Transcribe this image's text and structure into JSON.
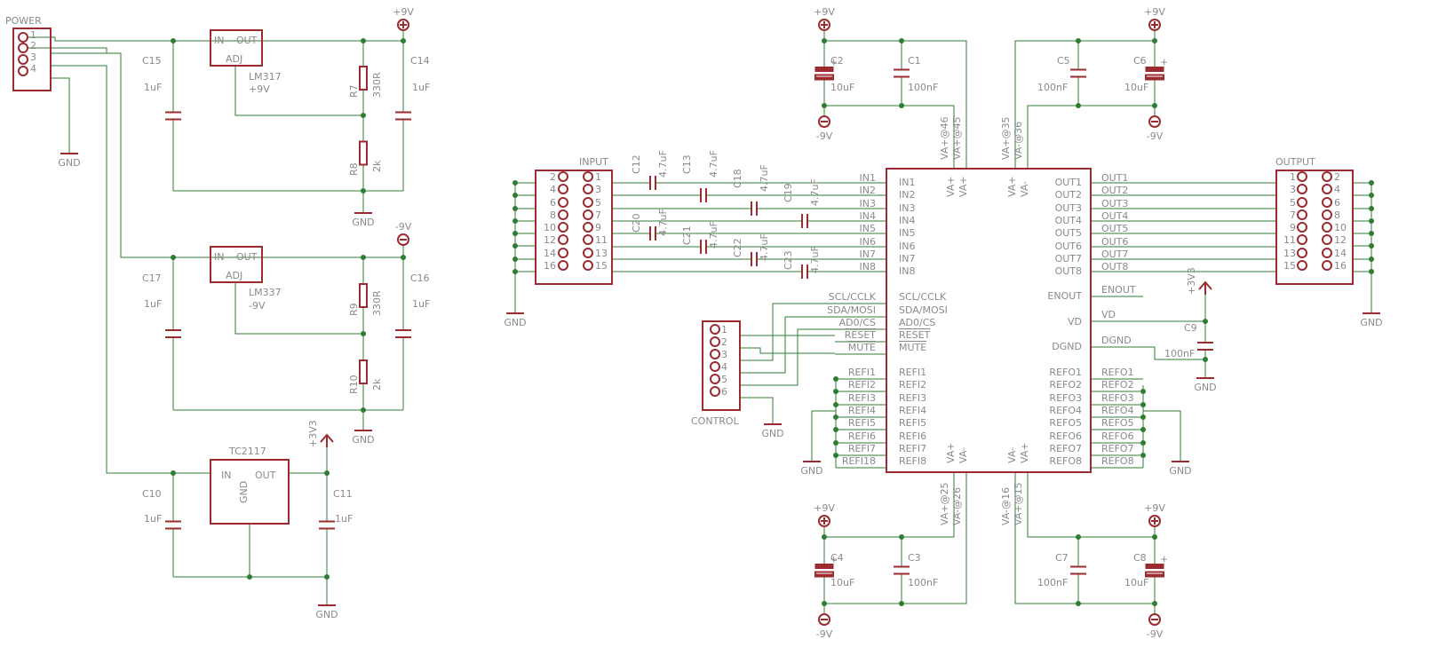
{
  "title": "",
  "colors": {
    "wire": "#2f7d32",
    "part": "#9b2b2f",
    "text": "#8a8a8a",
    "background": "#ffffff"
  },
  "power_section": {
    "connector": {
      "label": "POWER",
      "pins": [
        "1",
        "2",
        "3",
        "4"
      ]
    },
    "regulators": [
      {
        "name": "LM317",
        "value": "+9V",
        "pins": [
          "IN",
          "OUT",
          "ADJ"
        ]
      },
      {
        "name": "LM337",
        "value": "-9V",
        "pins": [
          "IN",
          "OUT",
          "ADJ"
        ]
      },
      {
        "name": "TC2117",
        "pins": [
          "IN",
          "OUT",
          "GND"
        ]
      }
    ],
    "resistors": [
      {
        "name": "R7",
        "value": "330R"
      },
      {
        "name": "R8",
        "value": "2k"
      },
      {
        "name": "R9",
        "value": "330R"
      },
      {
        "name": "R10",
        "value": "2k"
      }
    ],
    "capacitors": [
      {
        "name": "C15",
        "value": "1uF"
      },
      {
        "name": "C14",
        "value": "1uF"
      },
      {
        "name": "C17",
        "value": "1uF"
      },
      {
        "name": "C16",
        "value": "1uF"
      },
      {
        "name": "C10",
        "value": "1uF"
      },
      {
        "name": "C11",
        "value": "1uF"
      }
    ],
    "rails": {
      "pos": "+9V",
      "neg": "-9V",
      "v33": "+3V3",
      "gnd": "GND"
    }
  },
  "input_connector": {
    "label": "INPUT",
    "left_pins": [
      "2",
      "4",
      "6",
      "8",
      "10",
      "12",
      "14",
      "16"
    ],
    "right_pins": [
      "1",
      "3",
      "5",
      "7",
      "9",
      "11",
      "13",
      "15"
    ]
  },
  "output_connector": {
    "label": "OUTPUT",
    "left_pins": [
      "1",
      "3",
      "5",
      "7",
      "9",
      "11",
      "13",
      "15"
    ],
    "right_pins": [
      "2",
      "4",
      "6",
      "8",
      "10",
      "12",
      "14",
      "16"
    ]
  },
  "coupling_caps": [
    {
      "name": "C12",
      "value": "4.7uF"
    },
    {
      "name": "C13",
      "value": "4.7uF"
    },
    {
      "name": "C18",
      "value": "4.7uF"
    },
    {
      "name": "C19",
      "value": "4.7uF"
    },
    {
      "name": "C20",
      "value": "4.7uF"
    },
    {
      "name": "C21",
      "value": "4.7uF"
    },
    {
      "name": "C22",
      "value": "4.7uF"
    },
    {
      "name": "C23",
      "value": "4.7uF"
    }
  ],
  "chip": {
    "inputs": [
      "IN1",
      "IN2",
      "IN3",
      "IN4",
      "IN5",
      "IN6",
      "IN7",
      "IN8"
    ],
    "outputs": [
      "OUT1",
      "OUT2",
      "OUT3",
      "OUT4",
      "OUT5",
      "OUT6",
      "OUT7",
      "OUT8"
    ],
    "control_pins": [
      "SCL/CCLK",
      "SDA/MOSI",
      "AD0/CS",
      "RESET",
      "MUTE"
    ],
    "refi": [
      "REFI1",
      "REFI2",
      "REFI3",
      "REFI4",
      "REFI5",
      "REFI6",
      "REFI7",
      "REFI8"
    ],
    "refo": [
      "REFO1",
      "REFO2",
      "REFO3",
      "REFO4",
      "REFO5",
      "REFO6",
      "REFO7",
      "REFO8"
    ],
    "right_misc": [
      "ENOUT",
      "VD",
      "DGND"
    ],
    "supply_top_left": [
      "VA+",
      "VA+"
    ],
    "supply_top_right": [
      "VA+",
      "VA-"
    ],
    "supply_bottom_left": [
      "VA+",
      "VA-"
    ],
    "supply_bottom_right": [
      "VA-",
      "VA+"
    ]
  },
  "net_labels": {
    "in": [
      "IN1",
      "IN2",
      "IN3",
      "IN4",
      "IN5",
      "IN6",
      "IN7",
      "IN8"
    ],
    "out": [
      "OUT1",
      "OUT2",
      "OUT3",
      "OUT4",
      "OUT5",
      "OUT6",
      "OUT7",
      "OUT8"
    ],
    "control": [
      "SCL/CCLK",
      "SDA/MOSI",
      "AD0/CS",
      "RESET",
      "MUTE"
    ],
    "refi": [
      "REFI1",
      "REFI2",
      "REFI3",
      "REFI4",
      "REFI5",
      "REFI6",
      "REFI7",
      "REFI18"
    ],
    "refo": [
      "REFO1",
      "REFO2",
      "REFO3",
      "REFO4",
      "REFO5",
      "REFO6",
      "REFO7",
      "REFO8"
    ],
    "enout": "ENOUT",
    "vd": "VD",
    "dgnd": "DGND",
    "top_left_supply": [
      "VA+@46",
      "VA+@45"
    ],
    "top_right_supply": [
      "VA+@35",
      "VA-@36"
    ],
    "bottom_left_supply": [
      "VA+@25",
      "VA-@26"
    ],
    "bottom_right_supply": [
      "VA-@16",
      "VA+@15"
    ]
  },
  "decoupling": [
    {
      "name": "C2",
      "value": "10uF"
    },
    {
      "name": "C1",
      "value": "100nF"
    },
    {
      "name": "C5",
      "value": "100nF"
    },
    {
      "name": "C6",
      "value": "10uF"
    },
    {
      "name": "C4",
      "value": "10uF"
    },
    {
      "name": "C3",
      "value": "100nF"
    },
    {
      "name": "C7",
      "value": "100nF"
    },
    {
      "name": "C8",
      "value": "10uF"
    },
    {
      "name": "C9",
      "value": "100nF"
    }
  ],
  "control_connector": {
    "label": "CONTROL",
    "pins": [
      "1",
      "2",
      "3",
      "4",
      "5",
      "6"
    ]
  },
  "supply_symbols": {
    "pos": "+9V",
    "neg": "-9V",
    "v33": "+3V3",
    "gnd": "GND"
  }
}
